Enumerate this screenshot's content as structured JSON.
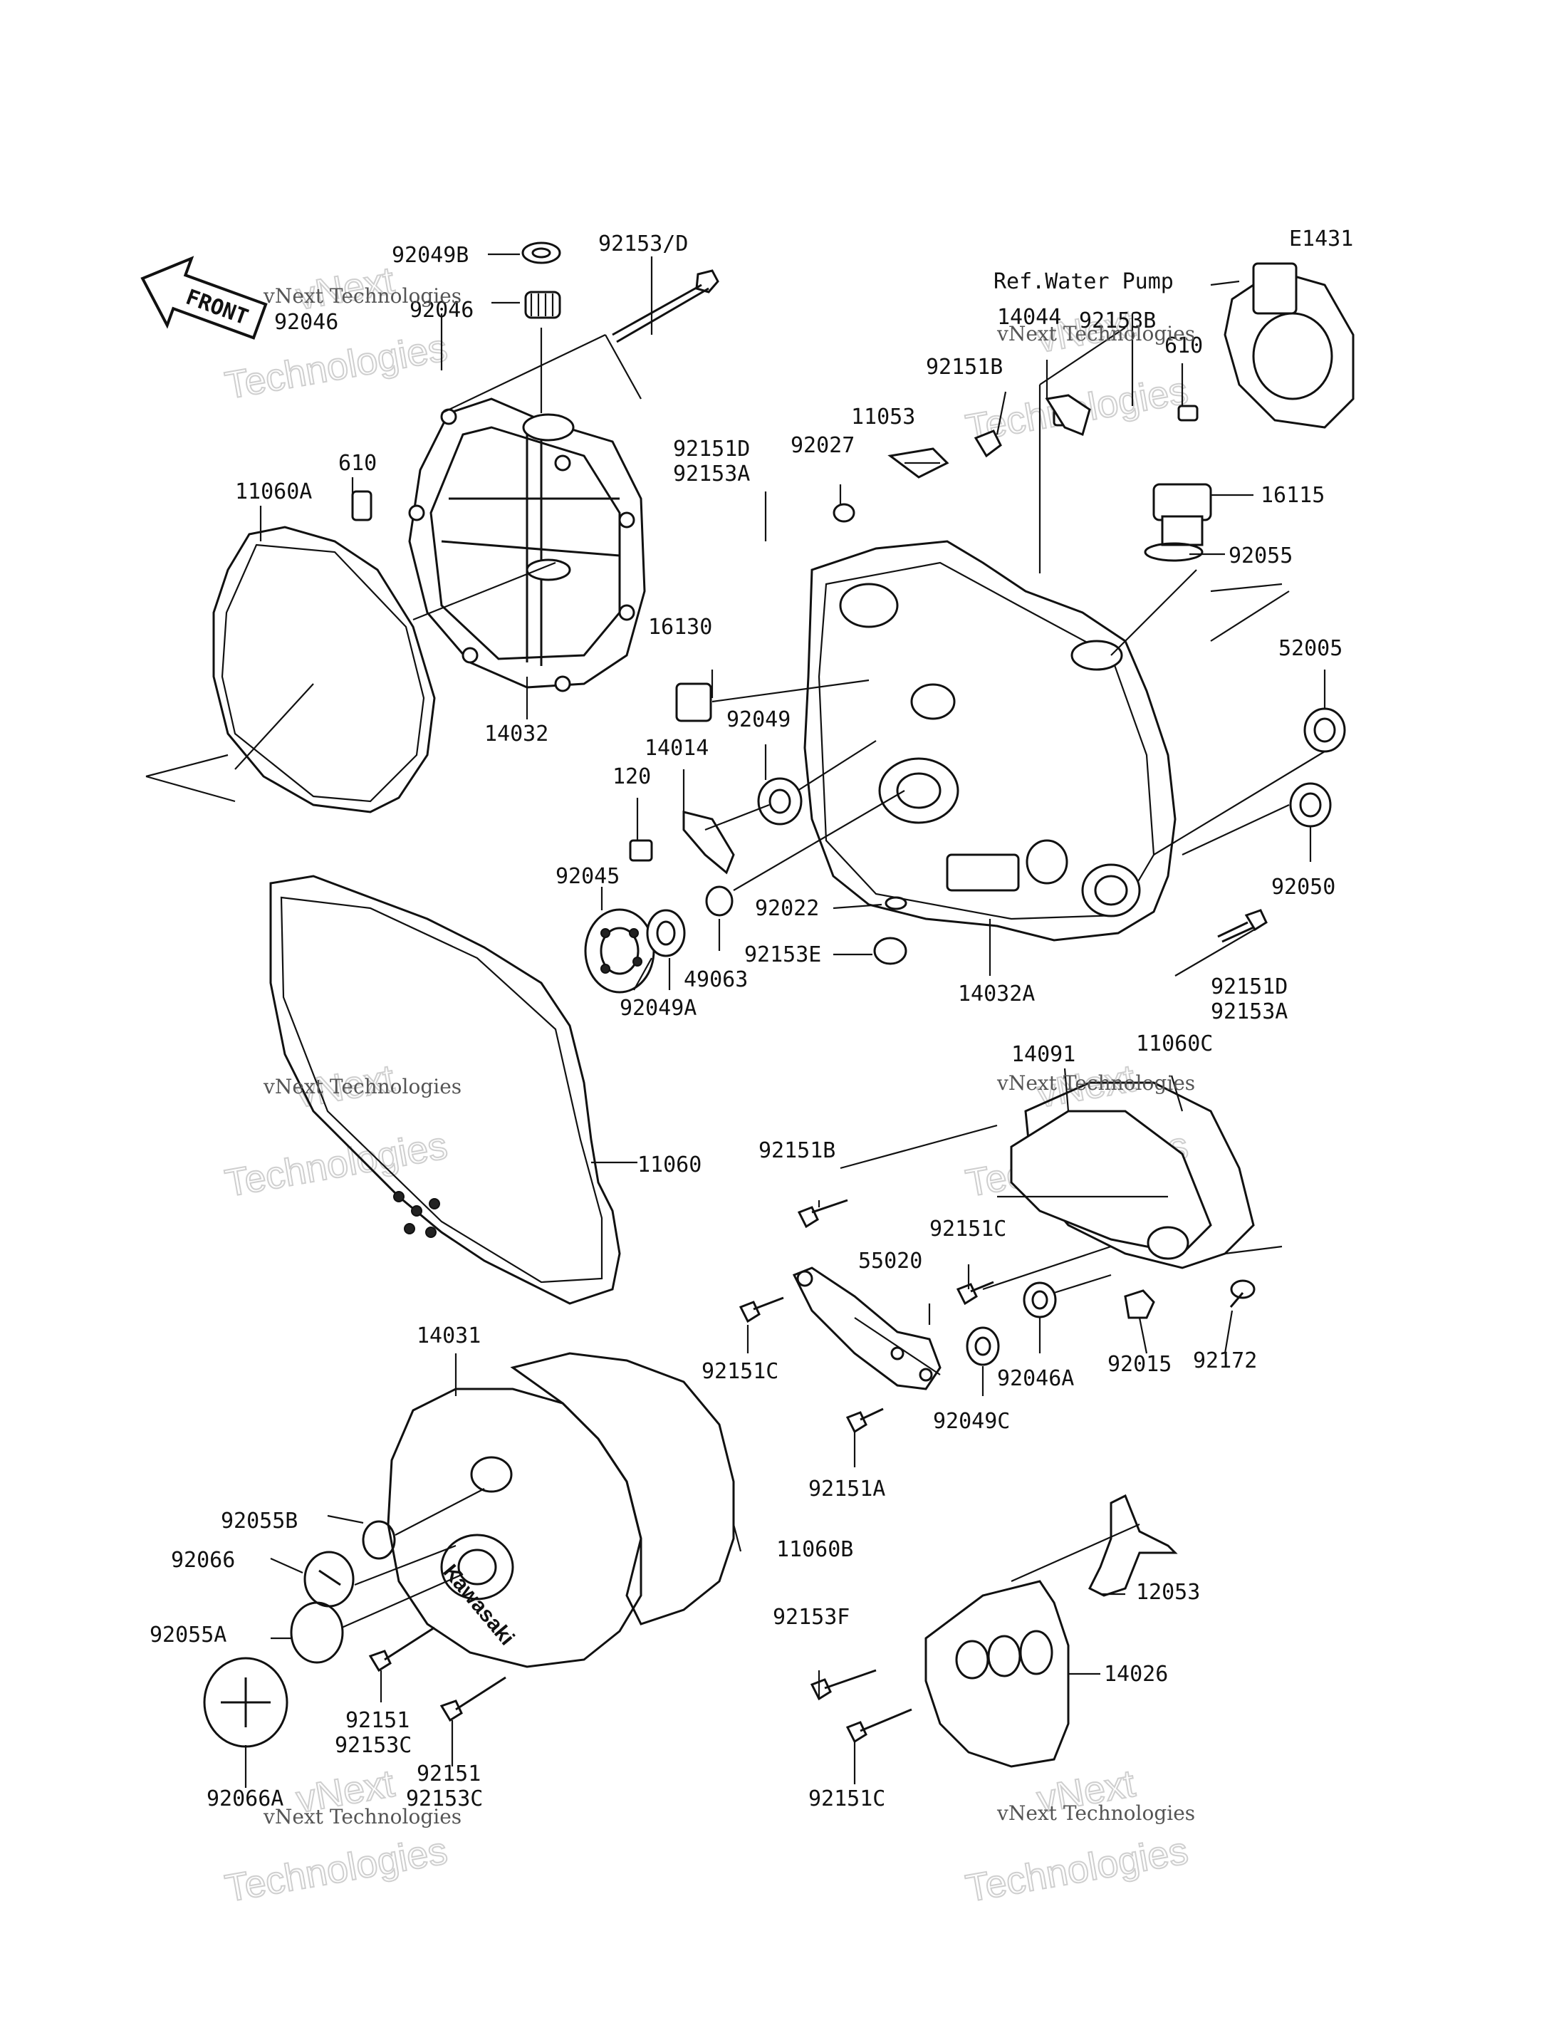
{
  "diagram": {
    "code": "E1431",
    "reference_note": "Ref.Water Pump",
    "front_arrow_label": "FRONT",
    "watermark": {
      "name": "vNext Technologies",
      "big_line1": "vNext",
      "big_line2": "Technologies"
    },
    "brand_on_cover": "Kawasaki",
    "parts": [
      "92049B",
      "92153/D",
      "92046",
      "92046",
      "11060A",
      "610",
      "14032",
      "14044",
      "92153B",
      "610",
      "92151B",
      "11053",
      "92027",
      "92151D",
      "92153A",
      "16115",
      "92055",
      "16130",
      "52005",
      "92049",
      "14014",
      "120",
      "92050",
      "92045",
      "92022",
      "92153E",
      "49063",
      "92049A",
      "14032A",
      "92151D",
      "92153A",
      "14091",
      "11060C",
      "11060",
      "92151B",
      "92151C",
      "55020",
      "92151C",
      "92046A",
      "92015",
      "92172",
      "92049C",
      "92151A",
      "14031",
      "92055B",
      "92066",
      "11060B",
      "12053",
      "92055A",
      "92153F",
      "14026",
      "92151",
      "92153C",
      "92151",
      "92153C",
      "92066A",
      "92151C"
    ]
  }
}
